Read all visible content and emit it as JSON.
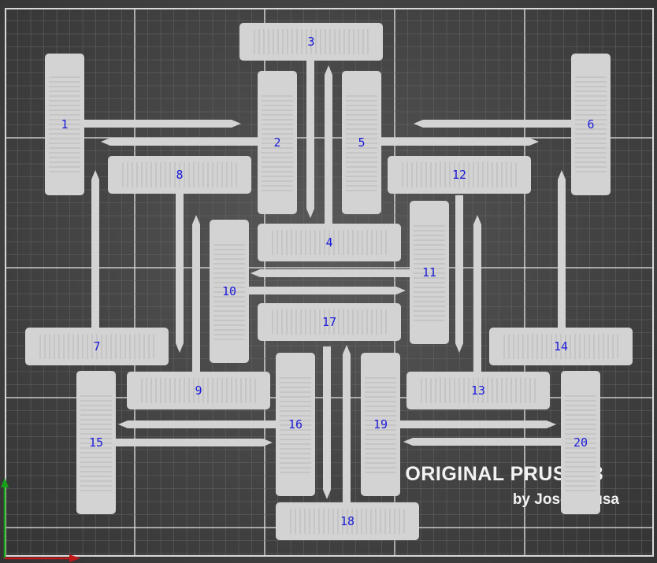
{
  "watermark": {
    "line1": "ORIGINAL PRUSA i3",
    "line2": "by Josef Prusa"
  },
  "colors": {
    "background": "#474747",
    "grid_minor": "#6a6a6a",
    "grid_major": "#d8d8d8",
    "part": "#d3d3d3",
    "label": "#1a1ad8",
    "axis_x": "#c01818",
    "axis_y": "#18a018"
  },
  "parts": [
    {
      "id": "1",
      "label": "1"
    },
    {
      "id": "2",
      "label": "2"
    },
    {
      "id": "3",
      "label": "3"
    },
    {
      "id": "4",
      "label": "4"
    },
    {
      "id": "5",
      "label": "5"
    },
    {
      "id": "6",
      "label": "6"
    },
    {
      "id": "7",
      "label": "7"
    },
    {
      "id": "8",
      "label": "8"
    },
    {
      "id": "9",
      "label": "9"
    },
    {
      "id": "10",
      "label": "10"
    },
    {
      "id": "11",
      "label": "11"
    },
    {
      "id": "12",
      "label": "12"
    },
    {
      "id": "13",
      "label": "13"
    },
    {
      "id": "14",
      "label": "14"
    },
    {
      "id": "15",
      "label": "15"
    },
    {
      "id": "16",
      "label": "16"
    },
    {
      "id": "17",
      "label": "17"
    },
    {
      "id": "18",
      "label": "18"
    },
    {
      "id": "19",
      "label": "19"
    },
    {
      "id": "20",
      "label": "20"
    }
  ]
}
